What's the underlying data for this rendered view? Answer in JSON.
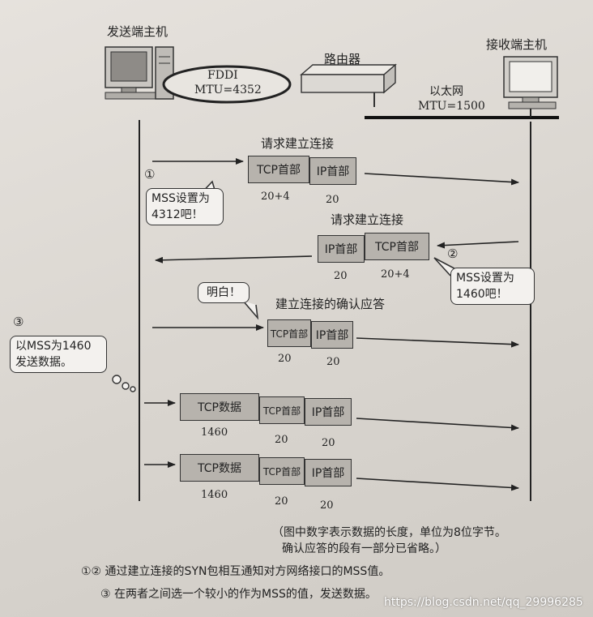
{
  "hosts": {
    "sender": "发送端主机",
    "receiver": "接收端主机"
  },
  "network": {
    "fddi": "FDDI",
    "fddi_mtu": "MTU=4352",
    "router": "路由器",
    "ethernet": "以太网",
    "eth_mtu": "MTU=1500"
  },
  "steps": {
    "s1": {
      "num": "①",
      "title": "请求建立连接",
      "tcp": "TCP首部",
      "ip": "IP首部",
      "tcp_len": "20+4",
      "ip_len": "20",
      "bubble_line1": "MSS设置为",
      "bubble_line2": "4312吧！"
    },
    "s2": {
      "num": "②",
      "title": "请求建立连接",
      "ip": "IP首部",
      "tcp": "TCP首部",
      "ip_len": "20",
      "tcp_len": "20+4",
      "bubble_line1": "MSS设置为",
      "bubble_line2": "1460吧！"
    },
    "s3": {
      "num": "③",
      "reply": "明白！",
      "title": "建立连接的确认应答",
      "tcp": "TCP首部",
      "ip": "IP首部",
      "tcp_len": "20",
      "ip_len": "20",
      "note_line1": "以MSS为1460",
      "note_line2": "发送数据。"
    },
    "d1": {
      "data": "TCP数据",
      "tcp": "TCP首部",
      "ip": "IP首部",
      "data_len": "1460",
      "tcp_len": "20",
      "ip_len": "20"
    },
    "d2": {
      "data": "TCP数据",
      "tcp": "TCP首部",
      "ip": "IP首部",
      "data_len": "1460",
      "tcp_len": "20",
      "ip_len": "20"
    }
  },
  "footnote": {
    "line1": "（图中数字表示数据的长度，单位为8位字节。",
    "line2": "确认应答的段有一部分已省略。）"
  },
  "caption": {
    "line1": "①② 通过建立连接的SYN包相互通知对方网络接口的MSS值。",
    "line2": "③ 在两者之间选一个较小的作为MSS的值，发送数据。"
  },
  "watermark": "https://blog.csdn.net/qq_29996285"
}
